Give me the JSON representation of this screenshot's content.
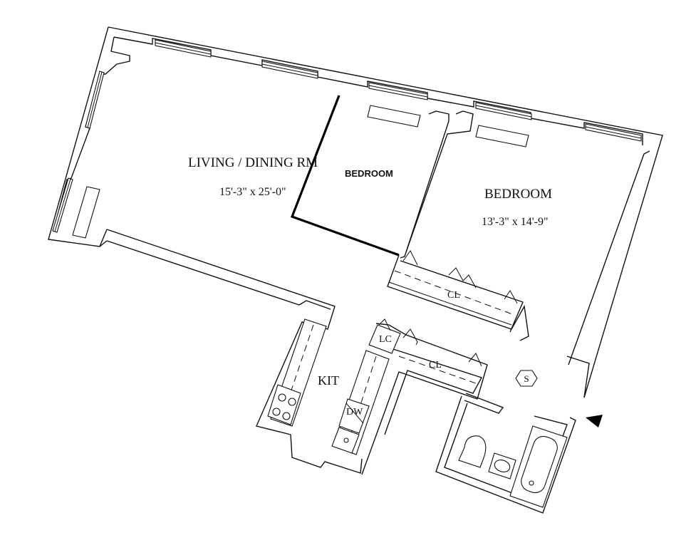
{
  "rooms": {
    "living": {
      "name": "LIVING / DINING RM",
      "dims": "15'-3\" x 25'-0\""
    },
    "bedroom_small": {
      "name": "BEDROOM"
    },
    "bedroom_large": {
      "name": "BEDROOM",
      "dims": "13'-3\" x 14'-9\""
    },
    "kitchen": {
      "name": "KIT"
    }
  },
  "fixtures": {
    "linen_closet": "LC",
    "dishwasher": "DW",
    "closet_bedroom": "CL",
    "closet_hall": "CL",
    "shaft": "S"
  }
}
